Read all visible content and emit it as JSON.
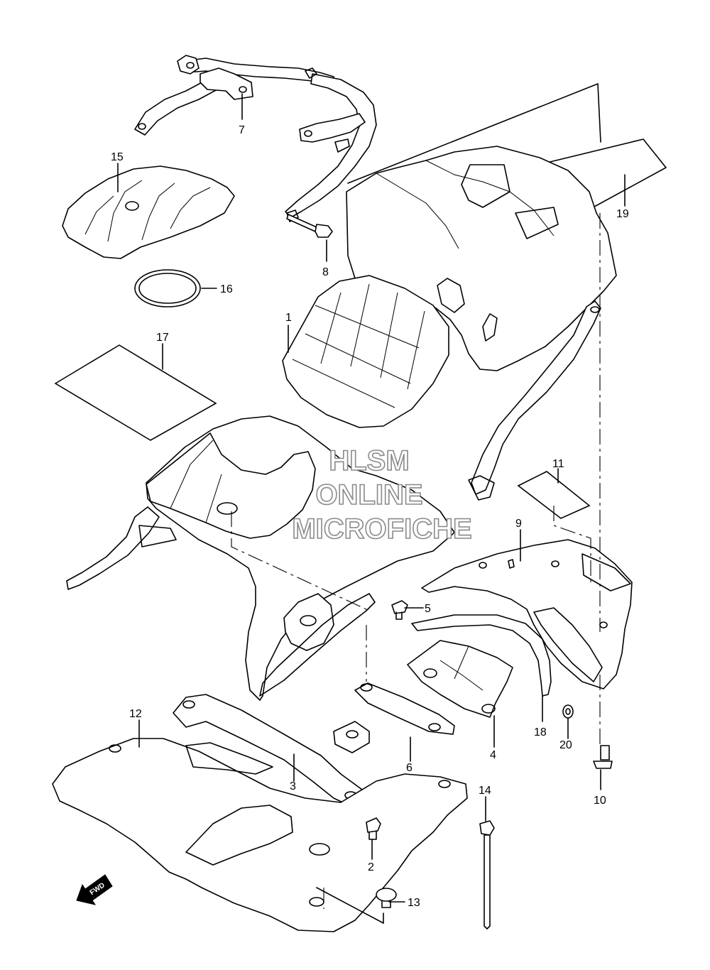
{
  "watermark": {
    "line1": "HLSM",
    "line2": "ONLINE",
    "line3": "MICROFICHE",
    "color": "#8a8a8a"
  },
  "fwd_label": "FWD",
  "callouts": {
    "p1": "1",
    "p2": "2",
    "p3": "3",
    "p4": "4",
    "p5": "5",
    "p6": "6",
    "p7": "7",
    "p8": "8",
    "p9": "9",
    "p10": "10",
    "p11": "11",
    "p12": "12",
    "p13": "13",
    "p14": "14",
    "p15": "15",
    "p16": "16",
    "p17": "17",
    "p18": "18",
    "p19": "19",
    "p20": "20"
  }
}
